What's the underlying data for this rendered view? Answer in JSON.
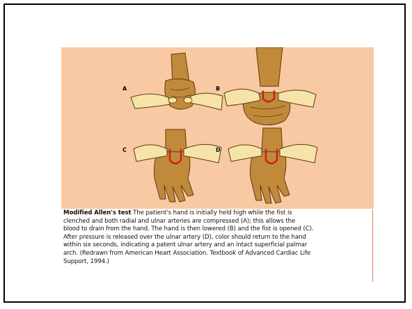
{
  "figure": {
    "panels": [
      {
        "label": "A"
      },
      {
        "label": "B"
      },
      {
        "label": "C"
      },
      {
        "label": "D"
      }
    ],
    "colors": {
      "background": "#f9c9a3",
      "skin": "#c18a3a",
      "skin_outline": "#5a3a14",
      "examiner_hand": "#f6e3a8",
      "artery": "#cc1e1e"
    },
    "caption": {
      "title": "Modified Allen's test",
      "lines": [
        " The patient's hand is initially held high while the fist is",
        "clenched and both radial and ulnar arteries are compressed (A); this allows the",
        "blood to drain from the hand. The hand is then lowered (B) and the fist is opened (C).",
        "After pressure is released over the ulnar artery (D), color should return to the hand",
        "within six seconds, indicating a patent ulnar artery and an intact superficial palmar",
        "arch. (Redrawn from American Heart Association. Textbook of Advanced Cardiac Life",
        "Support, 1994.)"
      ]
    }
  }
}
